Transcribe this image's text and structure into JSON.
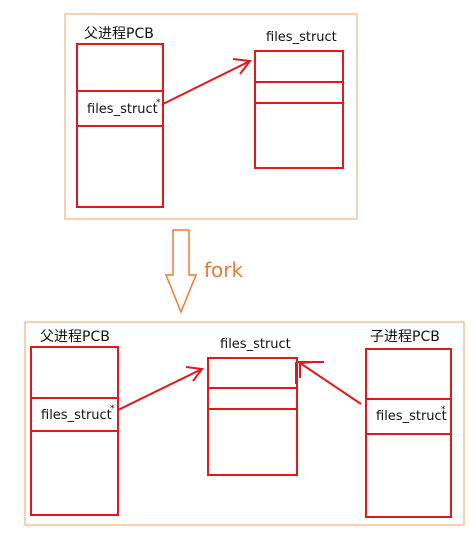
{
  "top": {
    "parent_pcb_title": "父进程PCB",
    "parent_field": "files_struct",
    "files_struct_title": "files_struct"
  },
  "fork_label": "fork",
  "bottom": {
    "parent_pcb_title": "父进程PCB",
    "parent_field": "files_struct",
    "files_struct_title": "files_struct",
    "child_pcb_title": "子进程PCB",
    "child_field": "files_struct"
  },
  "pointer_mark": "*",
  "colors": {
    "box_stroke": "#E0191E",
    "panel_stroke": "#F4B183",
    "fork_arrow": "#ED7D31",
    "text": "#111111"
  }
}
